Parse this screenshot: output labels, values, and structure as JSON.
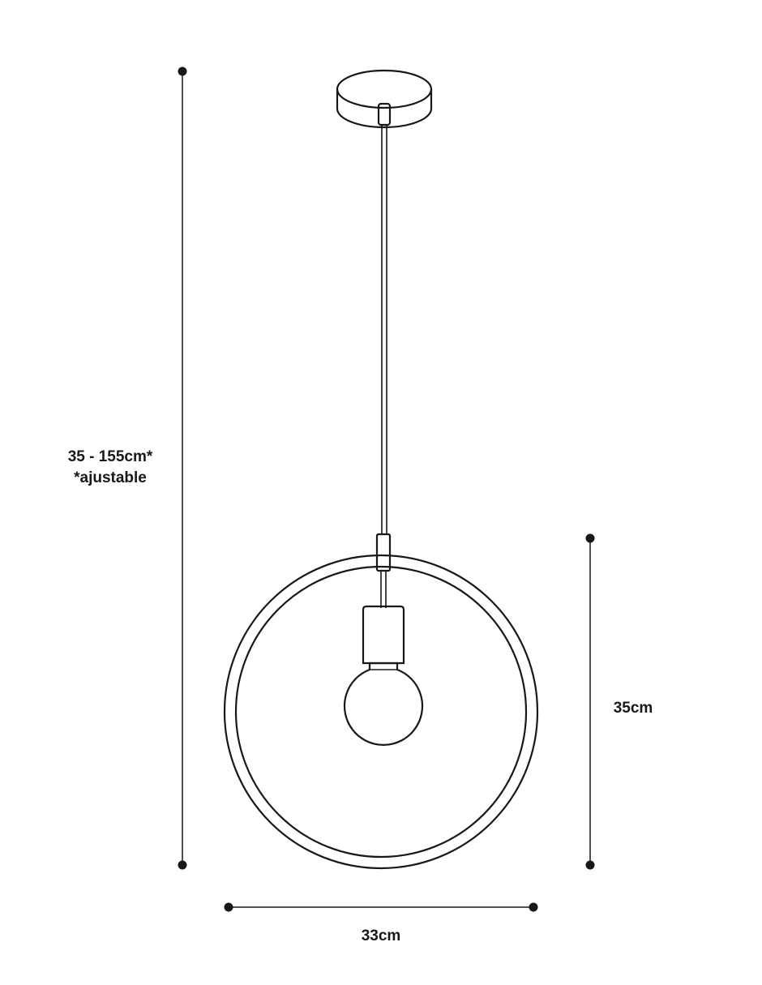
{
  "labels": {
    "total_height": "35 - 155cm*",
    "adjustable_note": "*ajustable",
    "ring_height": "35cm",
    "ring_width": "33cm"
  },
  "colors": {
    "ink": "#1a1717",
    "background": "#ffffff"
  }
}
